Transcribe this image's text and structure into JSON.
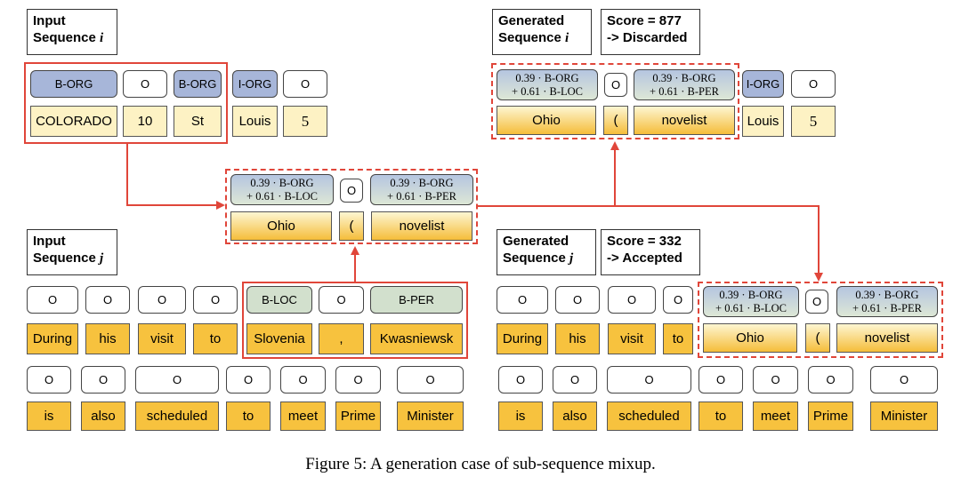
{
  "headers": {
    "input_i": "Input\nSequence ",
    "input_i_var": "i",
    "input_j": "Input\nSequence ",
    "input_j_var": "j",
    "gen_i": "Generated\nSequence ",
    "gen_i_var": "i",
    "gen_j": "Generated\nSequence ",
    "gen_j_var": "j",
    "score_i": "Score = 877\n-> Discarded",
    "score_j": "Score = 332\n-> Accepted"
  },
  "mix_labels": {
    "loc": "0.39 · B-ORG\n+ 0.61 · B-LOC",
    "per": "0.39 · B-ORG\n+ 0.61 · B-PER",
    "o": "O"
  },
  "mixed_tokens": [
    "Ohio",
    "(",
    "novelist"
  ],
  "seq_i": {
    "labels": [
      "B-ORG",
      "O",
      "B-ORG",
      "I-ORG",
      "O"
    ],
    "tokens": [
      "COLORADO",
      "10",
      "St",
      "Louis",
      "5"
    ]
  },
  "seq_j_row1": {
    "labels": [
      "O",
      "O",
      "O",
      "O",
      "B-LOC",
      "O",
      "B-PER"
    ],
    "tokens": [
      "During",
      "his",
      "visit",
      "to",
      "Slovenia",
      ",",
      "Kwasniewsk"
    ]
  },
  "seq_j_row2": {
    "labels": [
      "O",
      "O",
      "O",
      "O",
      "O",
      "O",
      "O"
    ],
    "tokens": [
      "is",
      "also",
      "scheduled",
      "to",
      "meet",
      "Prime",
      "Minister"
    ]
  },
  "gen_i_tail": {
    "labels": [
      "I-ORG",
      "O"
    ],
    "tokens": [
      "Louis",
      "5"
    ]
  },
  "gen_j_row1": {
    "labels": [
      "O",
      "O",
      "O",
      "O"
    ],
    "tokens": [
      "During",
      "his",
      "visit",
      "to"
    ]
  },
  "caption": "Figure 5: A generation case of sub-sequence mixup.",
  "colors": {
    "org_tag": "#a7b6d9",
    "per_tag": "#d2e0cd",
    "token_pale": "#fdf2c4",
    "token_gold": "#f7c23e",
    "arrow_red": "#e0463a"
  }
}
